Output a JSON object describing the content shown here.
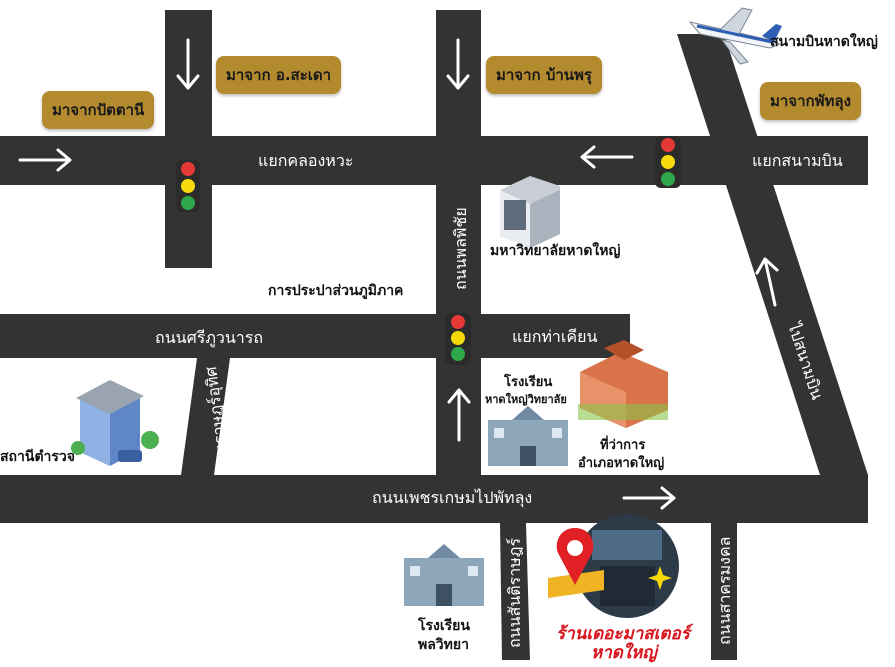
{
  "roads": {
    "top_road": "แยกคลองหวะ",
    "airport_junction": "แยกสนามบิน",
    "middle_road": "ถนนศรีภูวนารถ",
    "tha_khian_junction": "แยกท่าเคียน",
    "bottom_road": "ถนนเพชรเกษมไปพัทลุง",
    "vertical_center_road": "ถนนพลพิชัย",
    "diagonal_road": "ไปสนามบิน",
    "ratuthit_road": "ถนนราษฎร์อุทิศ",
    "santisuk_road": "ถนนสันติราษฎร์",
    "sarakhom_road": "ถนนสาครมงคล"
  },
  "origins": {
    "from_pattani": "มาจากปัตตานี",
    "from_sadao": "มาจาก อ.สะเดา",
    "from_ban_phru": "มาจาก บ้านพรุ",
    "from_phatthalung": "มาจากพัทลุง"
  },
  "places": {
    "airport": "สนามบินหาดใหญ่",
    "university": "มหาวิทยาลัยหาดใหญ่",
    "waterworks": "การประปาส่วนภูมิภาค",
    "police": "สถานีตำรวจ",
    "hatyai_school_line1": "โรงเรียน",
    "hatyai_school_line2": "หาดใหญ่วิทยาลัย",
    "district_office_line1": "ที่ว่าการ",
    "district_office_line2": "อำเภอหาดใหญ่",
    "phon_school_line1": "โรงเรียน",
    "phon_school_line2": "พลวิทยา"
  },
  "shop": {
    "name_line1": "ร้านเดอะมาสเตอร์",
    "name_line2": "หาดใหญ่"
  },
  "colors": {
    "road": "#333333",
    "label_bg": "#b38a2e",
    "shop_text": "#d8141c",
    "light_red": "#e53935",
    "light_yellow": "#f5d90a",
    "light_green": "#2ea84a"
  }
}
